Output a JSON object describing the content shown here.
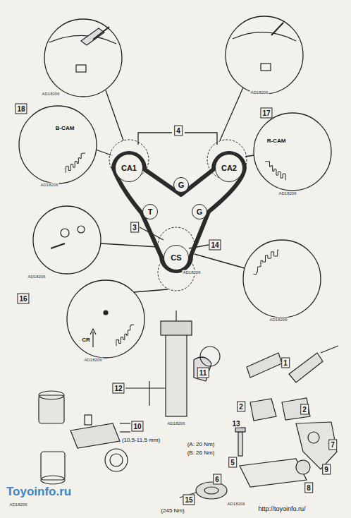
{
  "diagram": {
    "nodes": [
      {
        "text": [
          "CA1"
        ]
      },
      {
        "text": [
          "CA2"
        ]
      },
      {
        "text": [
          "G"
        ]
      },
      {
        "text": [
          "T"
        ]
      },
      {
        "text": [
          "G"
        ]
      },
      {
        "text": [
          "CS"
        ]
      }
    ],
    "labels": [
      "AD18206",
      "AD18206",
      "18",
      "B-CAM",
      "AD18206",
      "4",
      "17",
      "R-CAM",
      "AD18206",
      "3",
      "14",
      "AD18206",
      "AD18206",
      "AD18206",
      "16",
      "CR",
      "AD18206",
      "11",
      "12",
      "1",
      "2",
      "2",
      "AD18206",
      "13",
      "10",
      "(10,5-11,5 mm)",
      "(A: 20 Nm)",
      "(B: 26 Nm)",
      "5",
      "7",
      "9",
      "6",
      "8",
      "AD18206",
      "15",
      "(245 Nm)",
      "AD18206",
      "Toyoinfo.ru",
      "http://toyoinfo.ru/"
    ]
  }
}
